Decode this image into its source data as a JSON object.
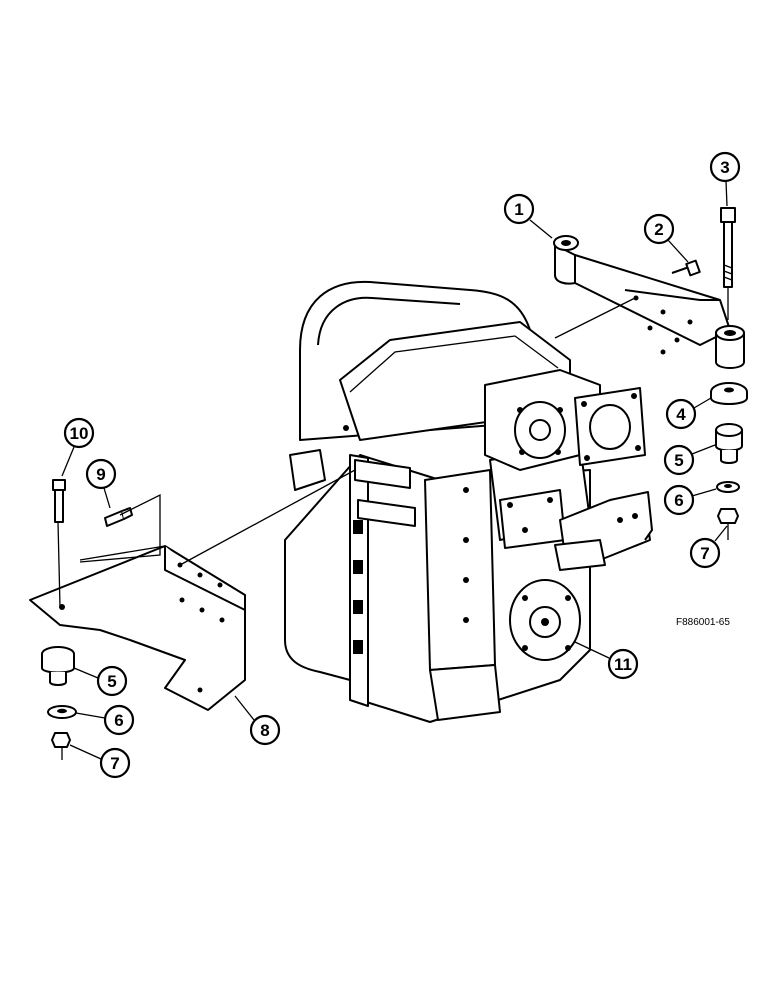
{
  "figure_reference": "F886001-65",
  "callouts": [
    {
      "id": "c1",
      "label": "1"
    },
    {
      "id": "c2",
      "label": "2"
    },
    {
      "id": "c3",
      "label": "3"
    },
    {
      "id": "c4",
      "label": "4"
    },
    {
      "id": "c5a",
      "label": "5"
    },
    {
      "id": "c6a",
      "label": "6"
    },
    {
      "id": "c7a",
      "label": "7"
    },
    {
      "id": "c8",
      "label": "8"
    },
    {
      "id": "c9",
      "label": "9"
    },
    {
      "id": "c10",
      "label": "10"
    },
    {
      "id": "c5b",
      "label": "5"
    },
    {
      "id": "c6b",
      "label": "6"
    },
    {
      "id": "c7b",
      "label": "7"
    },
    {
      "id": "c11",
      "label": "11"
    }
  ]
}
